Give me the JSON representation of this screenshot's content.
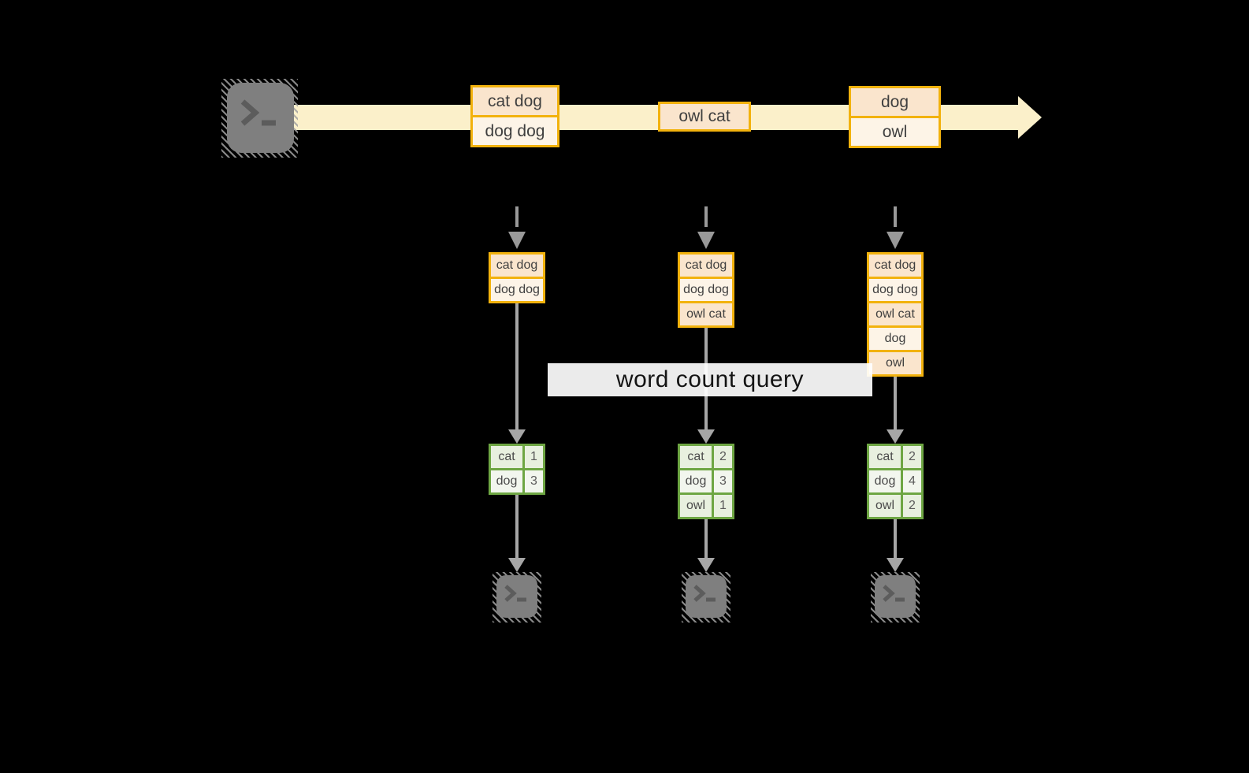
{
  "query": {
    "label": "word count query"
  },
  "stream": {
    "events": [
      {
        "lines": [
          "cat dog",
          "dog dog"
        ]
      },
      {
        "lines": [
          "owl cat"
        ]
      },
      {
        "lines": [
          "dog",
          "owl"
        ]
      }
    ]
  },
  "columns": [
    {
      "state": [
        "cat dog",
        "dog dog"
      ],
      "counts": [
        [
          "cat",
          "1"
        ],
        [
          "dog",
          "3"
        ]
      ]
    },
    {
      "state": [
        "cat dog",
        "dog dog",
        "owl cat"
      ],
      "counts": [
        [
          "cat",
          "2"
        ],
        [
          "dog",
          "3"
        ],
        [
          "owl",
          "1"
        ]
      ]
    },
    {
      "state": [
        "cat dog",
        "dog dog",
        "owl cat",
        "dog",
        "owl"
      ],
      "counts": [
        [
          "cat",
          "2"
        ],
        [
          "dog",
          "4"
        ],
        [
          "owl",
          "2"
        ]
      ]
    }
  ],
  "icons": {
    "source": "terminal-icon",
    "sinks": [
      "terminal-icon",
      "terminal-icon",
      "terminal-icon"
    ]
  },
  "colors": {
    "background": "#000000",
    "stream_band": "#FBF0CA",
    "orange_border": "#F2B20D",
    "cell_peach": "#FAE5CD",
    "cell_cream": "#FDF4E7",
    "green_border": "#6EA643",
    "green_cell_dark": "#E8F0DF",
    "green_cell_light": "#F2F6EE",
    "arrow_gray": "#A6A6A6",
    "terminal_gray": "#7F7F7F"
  }
}
